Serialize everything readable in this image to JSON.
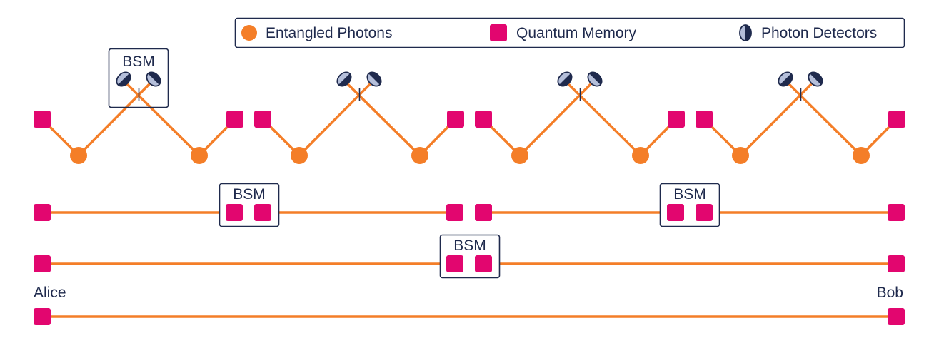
{
  "legend": {
    "items": [
      {
        "label": "Entangled Photons",
        "icon": "entangled-photon-icon"
      },
      {
        "label": "Quantum Memory",
        "icon": "quantum-memory-icon"
      },
      {
        "label": "Photon Detectors",
        "icon": "photon-detector-icon"
      }
    ]
  },
  "bsm_label": "BSM",
  "endpoints": {
    "alice": "Alice",
    "bob": "Bob"
  },
  "colors": {
    "photon": "#f47e28",
    "memory": "#e2066f",
    "link": "#f47e28",
    "frame": "#1f2a4d",
    "detector_fill": "#b5bfda",
    "detector_stroke": "#1f2a4d"
  }
}
